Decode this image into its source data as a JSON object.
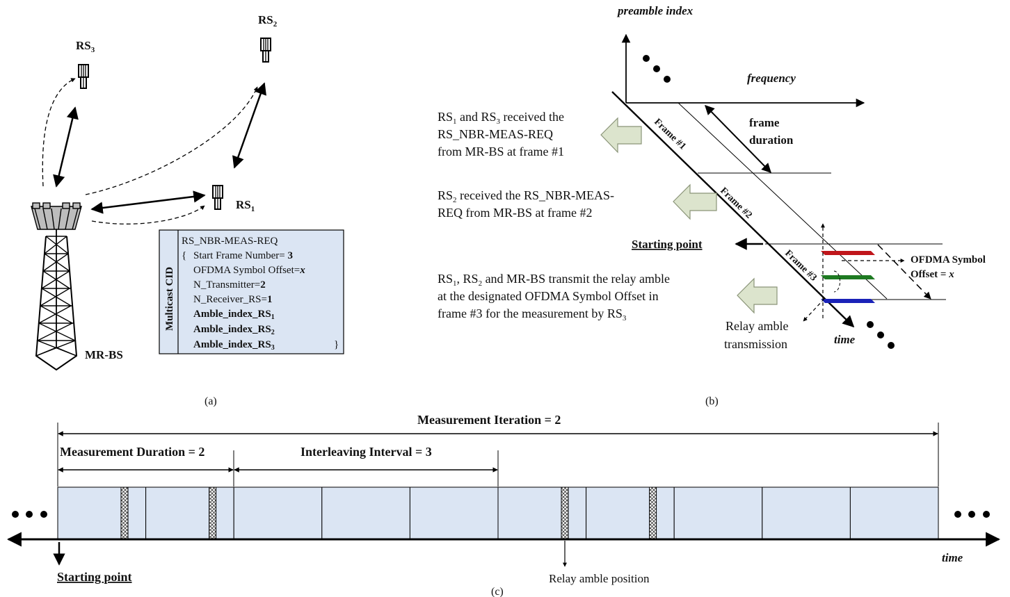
{
  "panel_a": {
    "caption": "(a)",
    "rs3": "RS",
    "rs3_sub": "3",
    "rs2": "RS",
    "rs2_sub": "2",
    "rs1": "RS",
    "rs1_sub": "1",
    "mrbs": "MR-BS",
    "message_box": {
      "side_label": "Multicast CID",
      "title": "RS_NBR-MEAS-REQ",
      "open_brace": "{",
      "close_brace": "}",
      "lines": [
        {
          "text": "Start Frame Number= ",
          "bold_value": "3",
          "sub": ""
        },
        {
          "text": "OFDMA Symbol Offset=",
          "ital_value": "x",
          "sub": ""
        },
        {
          "text": "N_Transmitter=",
          "bold_value": "2",
          "sub": ""
        },
        {
          "text": "N_Receiver_RS=",
          "bold_value": "1",
          "sub": ""
        },
        {
          "bold_text": "Amble_index_RS",
          "sub": "1"
        },
        {
          "bold_text": "Amble_index_RS",
          "sub": "2"
        },
        {
          "bold_text": "Amble_index_RS",
          "sub": "3"
        }
      ]
    }
  },
  "panel_b": {
    "caption": "(b)",
    "axis_preamble": "preamble index",
    "axis_frequency": "frequency",
    "axis_time": "time",
    "frame_duration_line1": "frame",
    "frame_duration_line2": "duration",
    "frames": [
      "Frame #1",
      "Frame #2",
      "Frame #3"
    ],
    "starting_point": "Starting point",
    "ofdma_offset_line1": "OFDMA Symbol",
    "ofdma_offset_line2": "Offset = ",
    "ofdma_offset_var": "x",
    "relay_amble_line1": "Relay amble",
    "relay_amble_line2": "transmission",
    "notes": [
      {
        "l1a": "RS",
        "l1s1": "1",
        "l1b": " and RS",
        "l1s2": "3",
        "l1c": " received the",
        "l2": "RS_NBR-MEAS-REQ",
        "l3": "from MR-BS at frame #1"
      },
      {
        "l1a": "RS",
        "l1s1": "2",
        "l1b": " received the RS_NBR-MEAS-",
        "l2": "REQ from MR-BS at frame #2"
      },
      {
        "l1a": "RS",
        "l1s1": "1",
        "l1b": ", RS",
        "l1s2": "2",
        "l1c": " and MR-BS transmit the relay amble",
        "l2": "at the designated OFDMA Symbol Offset in",
        "l3a": "frame #3 for the measurement by RS",
        "l3s": "3"
      }
    ],
    "colors": {
      "red": "#c0161b",
      "green": "#1e7a22",
      "blue": "#1a22b8"
    }
  },
  "panel_c": {
    "caption": "(c)",
    "measurement_iteration": "Measurement Iteration = 2",
    "measurement_duration": "Measurement Duration = 2",
    "interleaving_interval": "Interleaving Interval = 3",
    "starting_point": "Starting point",
    "relay_amble_position": "Relay amble position",
    "axis_time": "time",
    "frame_fill": "#dbe5f3"
  }
}
